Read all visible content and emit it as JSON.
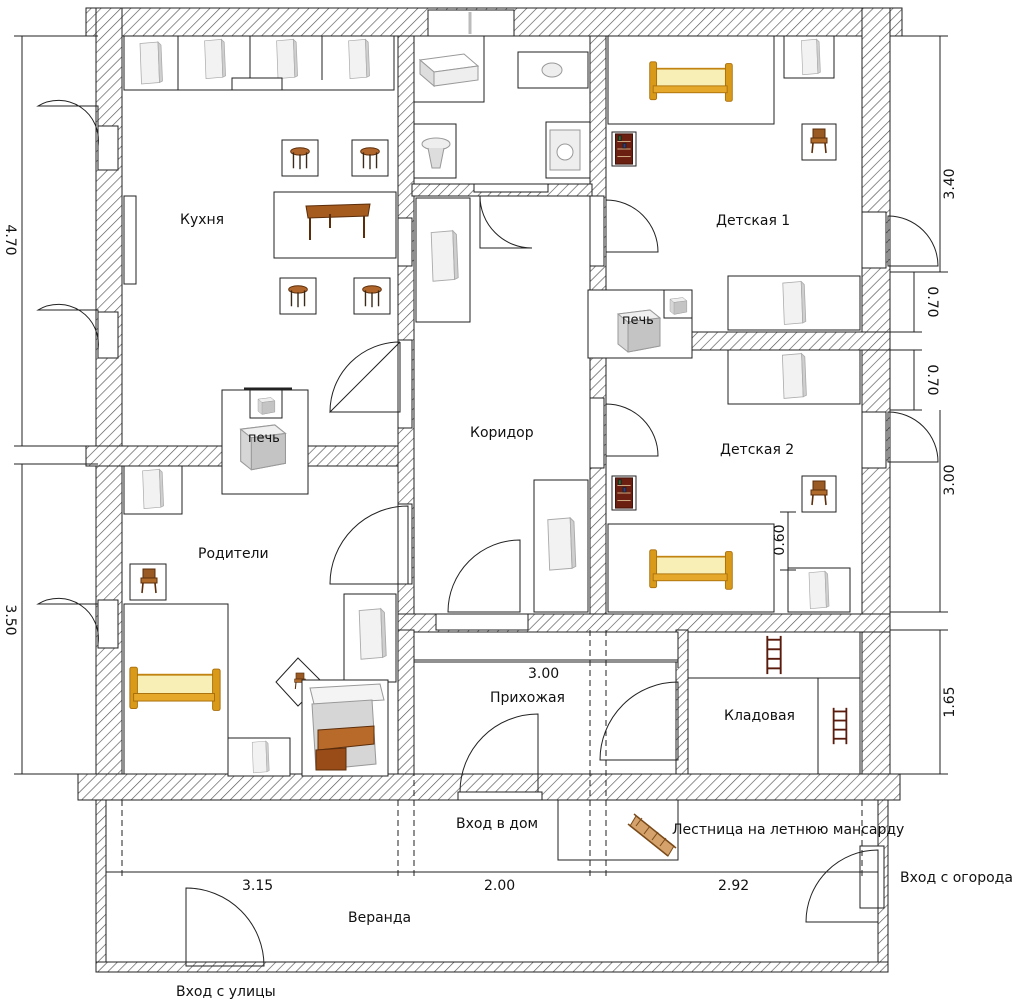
{
  "rooms": {
    "kitchen": "Кухня",
    "children1": "Детская 1",
    "children2": "Детская 2",
    "corridor": "Коридор",
    "parents": "Родители",
    "hall": "Прихожая",
    "storage": "Кладовая",
    "veranda": "Веранда"
  },
  "labels": {
    "stove": "печь",
    "house_entrance": "Вход в дом",
    "stairs": "Лестница на летнюю мансарду",
    "garden_entrance": "Вход с огорода",
    "street_entrance": "Вход с улицы"
  },
  "dimensions": {
    "left_top": "4.70",
    "left_bottom": "3.50",
    "right_top": "3.40",
    "right_gap1": "0.70",
    "right_gap2": "0.70",
    "right_mid": "3.00",
    "right_bottom": "1.65",
    "hall_width": "3.00",
    "bed_gap": "0.60",
    "veranda_1": "3.15",
    "veranda_2": "2.00",
    "veranda_3": "2.92"
  },
  "colors": {
    "wall_fill": "#ffffff",
    "wall_hatch": "#555555",
    "line": "#222222",
    "bed_frame": "#d99a1a",
    "bed_mattress": "#f7efb5",
    "table_wood": "#a55a1e",
    "shelf_wood": "#7a2a14",
    "furniture_box": "#e8e8e8"
  }
}
